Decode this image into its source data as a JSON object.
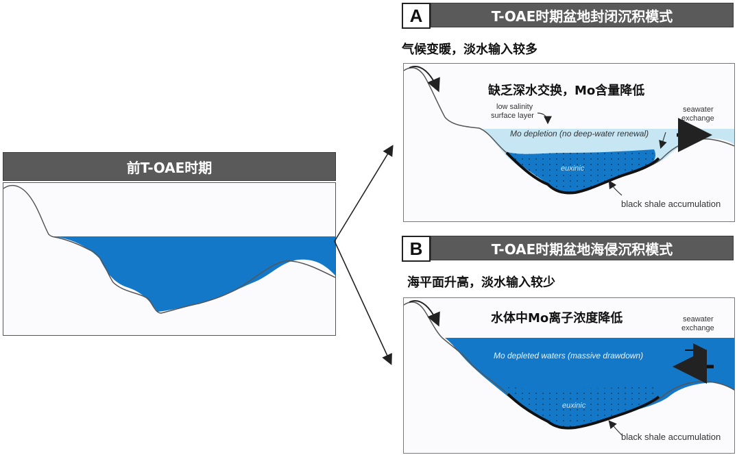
{
  "left_panel": {
    "title": "前T-OAE时期"
  },
  "panel_a": {
    "letter": "A",
    "title": "T-OAE时期盆地封闭沉积模式",
    "caption_top": "气候变暖，淡水输入较多",
    "caption_mid": "缺乏深水交换，Mo含量降低",
    "label_low_salinity_1": "low salinity",
    "label_low_salinity_2": "surface layer",
    "label_seawater_1": "seawater",
    "label_seawater_2": "exchange",
    "label_mo_depletion": "Mo depletion (no deep-water renewal)",
    "label_euxinic": "euxinic",
    "label_black_shale": "black shale accumulation"
  },
  "panel_b": {
    "letter": "B",
    "title": "T-OAE时期盆地海侵沉积模式",
    "caption_top": "海平面升高，淡水输入较少",
    "caption_mid": "水体中Mo离子浓度降低",
    "label_seawater_1": "seawater",
    "label_seawater_2": "exchange",
    "label_mo_depleted": "Mo depleted waters (massive drawdown)",
    "label_euxinic": "euxinic",
    "label_black_shale": "black shale accumulation"
  },
  "colors": {
    "water_blue": "#1478c8",
    "pale_blue": "#c7e6f4",
    "title_bar": "#5a5a5a"
  }
}
